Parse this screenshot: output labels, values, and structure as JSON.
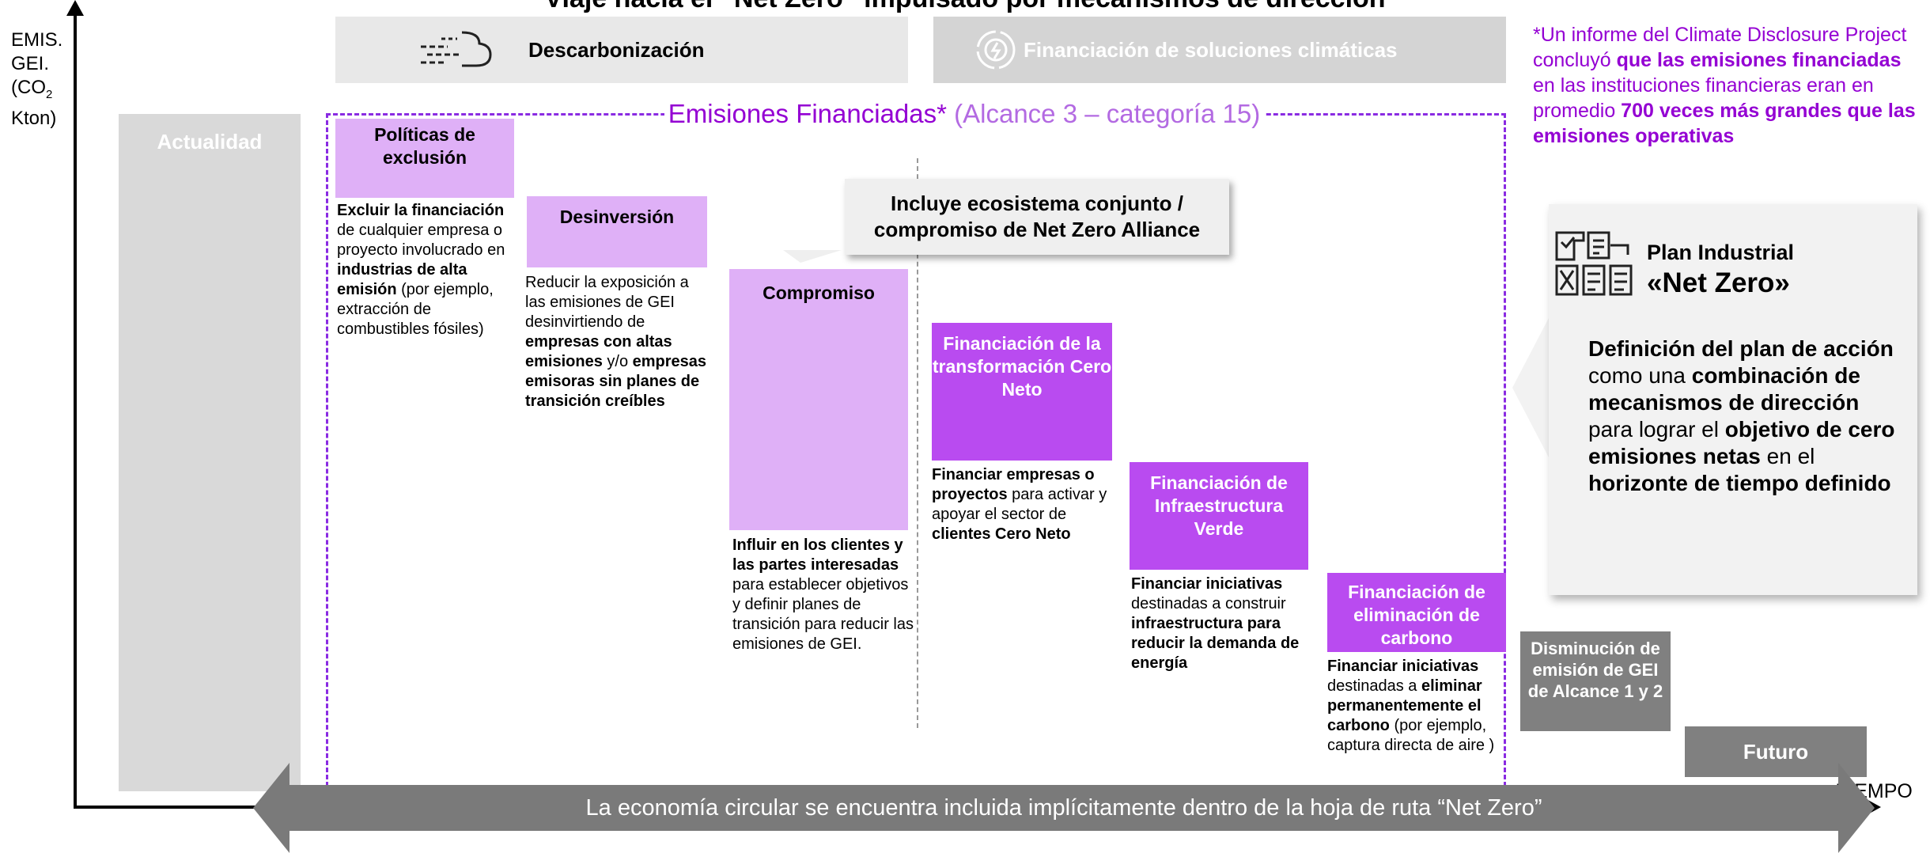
{
  "title": "Viaje hacia el “Net Zero” impulsado por mecanismos de dirección",
  "axis": {
    "y_label_1": "EMIS.",
    "y_label_2": "GEI.",
    "y_label_3a": "(CO",
    "y_label_3sub": "2",
    "y_label_4": "Kton)",
    "x_label": "TIEMPO"
  },
  "bands": {
    "decarbonization": "Descarbonización",
    "climate_finance": "Financiación de soluciones climáticas"
  },
  "today_label": "Actualidad",
  "financed": {
    "title_main": "Emisiones Financiadas*",
    "title_scope": " (Alcance 3 – categoría 15)"
  },
  "steps": {
    "exclusion": {
      "title": "Políticas de exclusión",
      "desc": [
        {
          "t": "Excluir la ",
          "b": true
        },
        {
          "t": "financiación",
          "b": true
        },
        {
          "t": " de cualquier empresa o proyecto involucrado en ",
          "b": false
        },
        {
          "t": "industrias de alta emisión",
          "b": true
        },
        {
          "t": " (por ejemplo, extracción de combustibles fósiles)",
          "b": false
        }
      ]
    },
    "divestment": {
      "title": "Desinversión",
      "desc": [
        {
          "t": "Reducir la exposición a las emisiones de GEI desinvirtiendo de ",
          "b": false
        },
        {
          "t": "empresas con altas emisiones",
          "b": true
        },
        {
          "t": " y/o ",
          "b": false
        },
        {
          "t": "empresas emisoras sin planes de transición creíbles",
          "b": true
        }
      ]
    },
    "commitment": {
      "title": "Compromiso",
      "desc": [
        {
          "t": "Influir en los clientes y las partes interesadas",
          "b": true
        },
        {
          "t": " para establecer objetivos y definir planes de transición para reducir las emisiones de GEI.",
          "b": false
        }
      ]
    },
    "transformation": {
      "title": "Financiación de la transformación Cero Neto",
      "desc": [
        {
          "t": "Financiar empresas o proyectos",
          "b": true
        },
        {
          "t": " para activar y apoyar el sector de ",
          "b": false
        },
        {
          "t": "clientes Cero Neto",
          "b": true
        }
      ]
    },
    "infrastructure": {
      "title": "Financiación de Infraestructura Verde",
      "desc": [
        {
          "t": "Financiar iniciativas",
          "b": true
        },
        {
          "t": " destinadas a construir ",
          "b": false
        },
        {
          "t": "infraestructura para reducir la demanda de energía",
          "b": true
        }
      ]
    },
    "removal": {
      "title": "Financiación de eliminación de carbono",
      "desc": [
        {
          "t": "Financiar iniciativas",
          "b": true
        },
        {
          "t": " destinadas a ",
          "b": false
        },
        {
          "t": "eliminar permanentemente el carbono",
          "b": true
        },
        {
          "t": " (por ejemplo, captura directa de aire )",
          "b": false
        }
      ]
    }
  },
  "callout": {
    "line1": "Incluye ecosistema conjunto /",
    "line2": "compromiso de Net Zero Alliance"
  },
  "note": [
    {
      "t": "*Un informe del Climate Disclosure Project concluyó ",
      "b": false
    },
    {
      "t": "que las emisiones financiadas",
      "b": true
    },
    {
      "t": " en las instituciones financieras eran en promedio ",
      "b": false
    },
    {
      "t": "700 veces más grandes que las emisiones operativas",
      "b": true
    }
  ],
  "plan": {
    "line1": "Plan Industrial",
    "line2": "«Net Zero»",
    "desc": [
      {
        "t": "Definición del plan de acción",
        "b": true
      },
      {
        "t": " como una ",
        "b": false
      },
      {
        "t": "combinación de mecanismos de dirección",
        "b": true
      },
      {
        "t": " para lograr el ",
        "b": false
      },
      {
        "t": "objetivo de cero emisiones netas",
        "b": true
      },
      {
        "t": " en el ",
        "b": false
      },
      {
        "t": "horizonte de tiempo definido",
        "b": true
      }
    ]
  },
  "scope12": "Disminución de emisión de GEI de Alcance 1 y 2",
  "future_label": "Futuro",
  "circular": "La economía circular se encuentra incluida implícitamente dentro de la hoja de ruta  “Net Zero”",
  "colors": {
    "purple": "#9400d3",
    "lavender": "#dfb0f7",
    "violet": "#b94bf0",
    "gray": "#808080"
  },
  "icons": {
    "decarbonization": "wind-cloud-icon",
    "climate_finance": "finance-cycle-icon",
    "plan": "plan-documents-icon"
  }
}
